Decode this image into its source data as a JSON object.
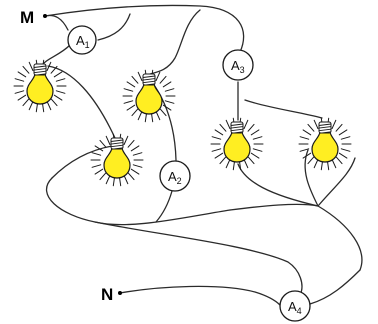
{
  "terminals": [
    {
      "id": "M",
      "label": "M"
    },
    {
      "id": "N",
      "label": "N"
    }
  ],
  "ammeters": [
    {
      "id": "A1",
      "letter": "A",
      "sub": "1"
    },
    {
      "id": "A2",
      "letter": "A",
      "sub": "2"
    },
    {
      "id": "A3",
      "letter": "A",
      "sub": "3"
    },
    {
      "id": "A4",
      "letter": "A",
      "sub": "4"
    }
  ],
  "bulbs": [
    {
      "id": "bulb-1"
    },
    {
      "id": "bulb-2"
    },
    {
      "id": "bulb-3"
    },
    {
      "id": "bulb-4"
    },
    {
      "id": "bulb-5"
    }
  ],
  "colors": {
    "bulb_glass": "#ffee22",
    "wire": "#2b2b2b",
    "background": "#ffffff"
  }
}
